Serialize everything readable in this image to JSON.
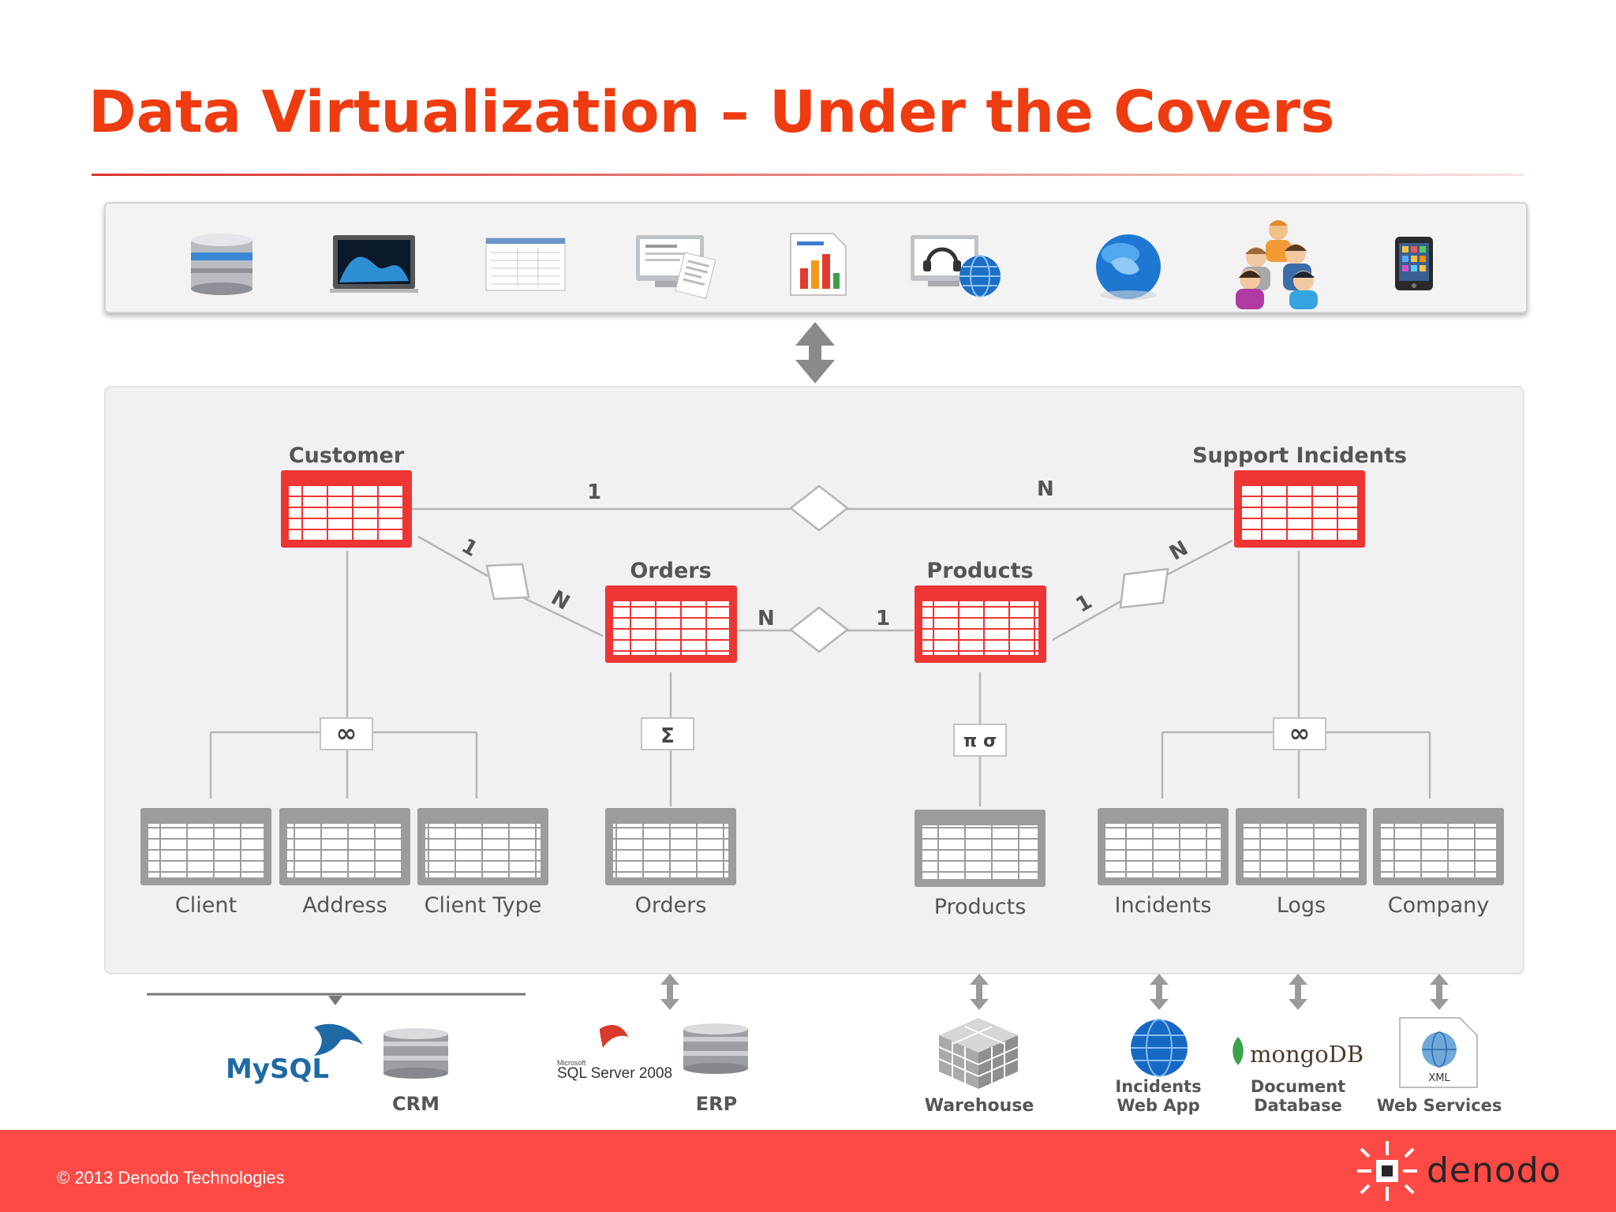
{
  "slide": {
    "title": "Data Virtualization – Under the Covers"
  },
  "consumers": {
    "icons": [
      "database-icon",
      "analytics-monitor-icon",
      "spreadsheet-report-icon",
      "desktop-report-icon",
      "bar-chart-document-icon",
      "headset-web-icon",
      "globe-icon",
      "users-group-icon",
      "smartphone-icon"
    ]
  },
  "model": {
    "customer": "Customer",
    "orders": "Orders",
    "products": "Products",
    "support_incidents": "Support Incidents",
    "relationships": {
      "customer_support_1": "1",
      "customer_support_n": "N",
      "customer_orders_1": "1",
      "customer_orders_n": "N",
      "orders_products_n": "N",
      "orders_products_1": "1",
      "products_support_1": "1",
      "products_support_n": "N"
    },
    "operations": {
      "join_left": "∞",
      "aggregate": "Σ",
      "project_select": "π σ",
      "join_right": "∞"
    },
    "base_views": [
      "Client",
      "Address",
      "Client Type",
      "Orders",
      "Products",
      "Incidents",
      "Logs",
      "Company"
    ]
  },
  "sources": {
    "mysql_logo": "MySQL",
    "crm": "CRM",
    "sqlserver_logo": "SQL Server 2008",
    "sqlserver_microsoft": "Microsoft",
    "erp": "ERP",
    "warehouse": "Warehouse",
    "incidents_web_app": [
      "Incidents",
      "Web App"
    ],
    "mongodb_logo": "mongoDB",
    "document_database": [
      "Document",
      "Database"
    ],
    "xml_badge": "XML",
    "web_services": "Web Services"
  },
  "footer": {
    "copyright": "© 2013 Denodo Technologies",
    "brand": "denodo"
  },
  "colors": {
    "title": "#ee3b10",
    "view_red": "#ed3533",
    "footer": "#fe4a45",
    "base_view_gray": "#9c9c9c"
  }
}
